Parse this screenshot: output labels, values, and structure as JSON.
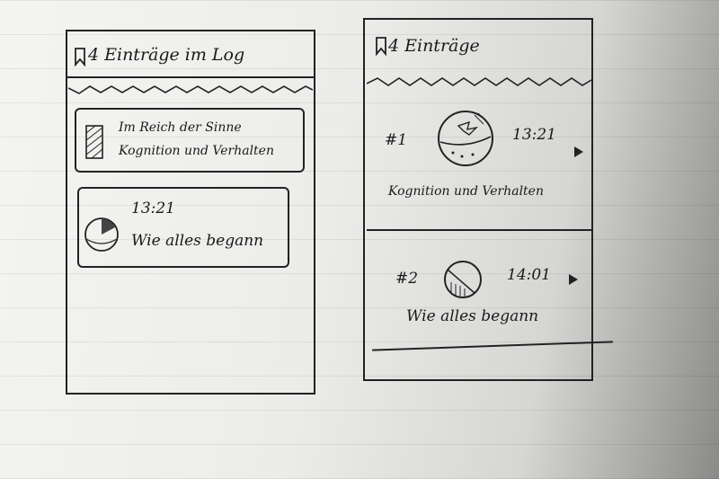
{
  "screen_left": {
    "title": "4 Einträge im Log",
    "cards": [
      {
        "line1": "Im Reich der Sinne",
        "line2": "Kognition und Verhalten"
      },
      {
        "time": "13:21",
        "label": "Wie alles begann"
      }
    ]
  },
  "screen_right": {
    "title": "4 Einträge",
    "items": [
      {
        "number": "#1",
        "time": "13:21",
        "label": "Kognition und Verhalten"
      },
      {
        "number": "#2",
        "time": "14:01",
        "label": "Wie alles begann"
      }
    ]
  }
}
